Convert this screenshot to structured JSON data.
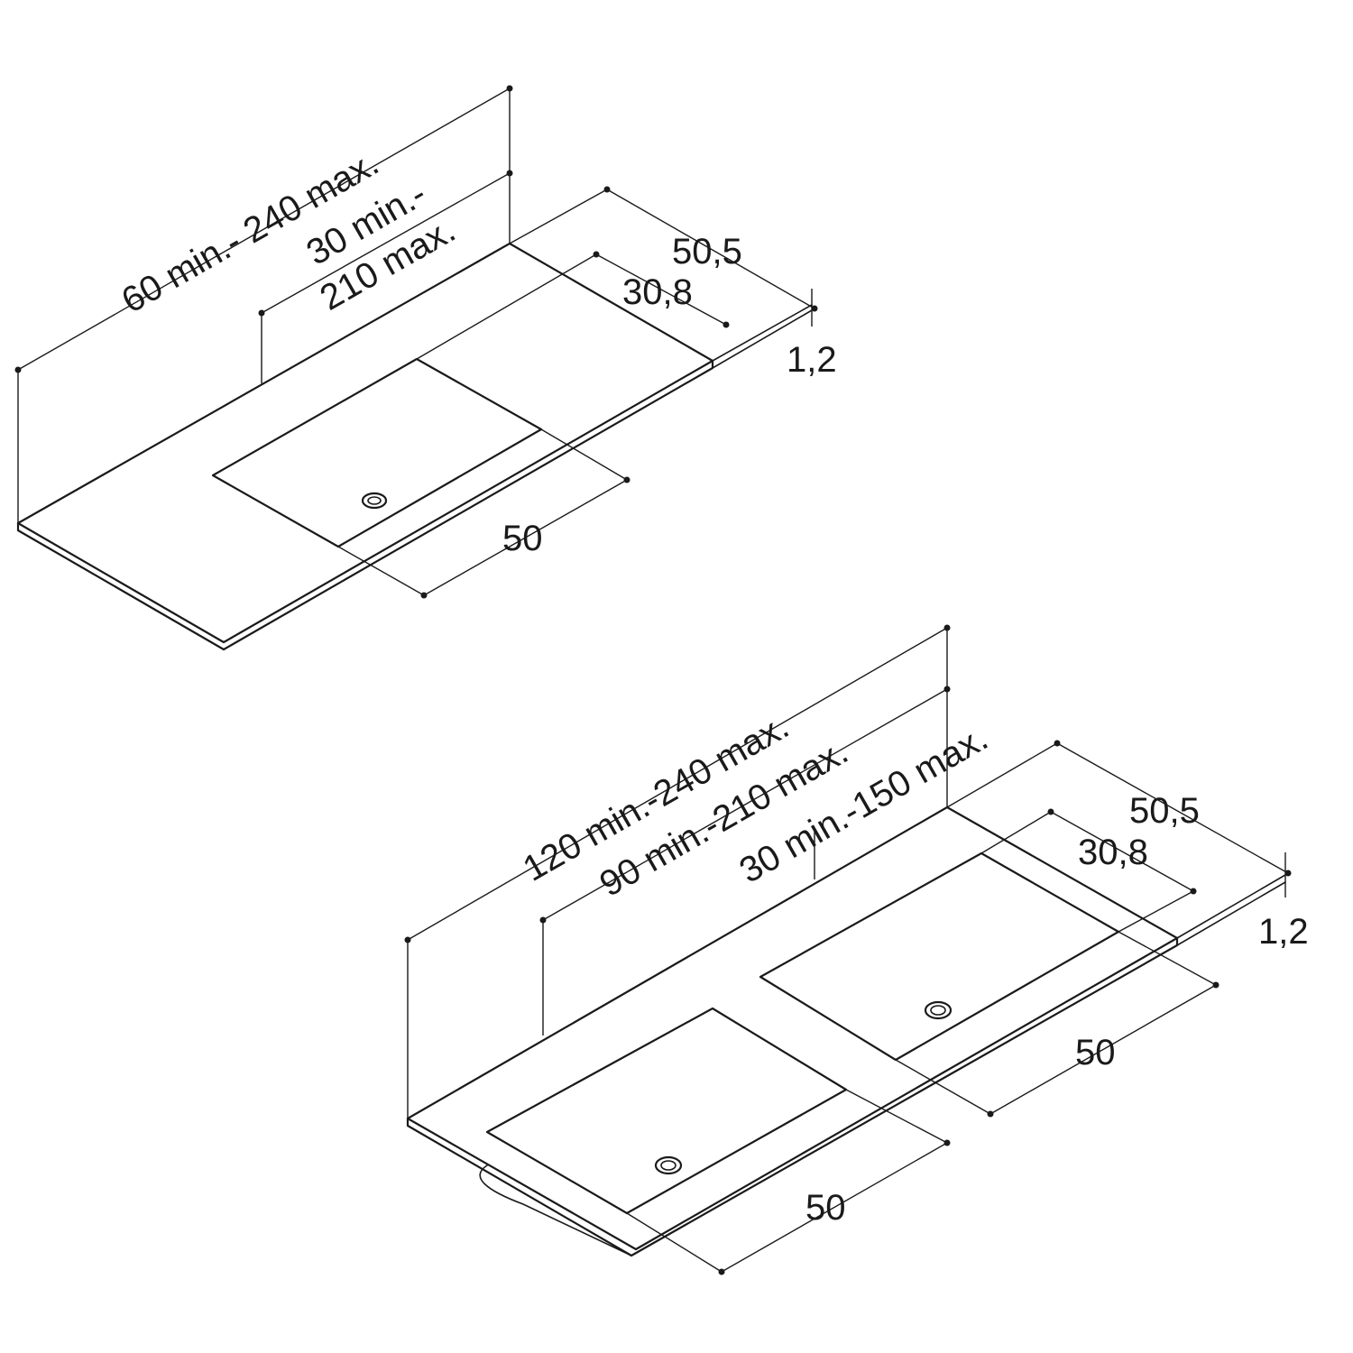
{
  "single_basin": {
    "width_range": "60 min.- 240 max.",
    "right_width_line1": "30 min.-",
    "right_width_line2": "210 max.",
    "depth_total": "50,5",
    "depth_basin": "30,8",
    "thickness": "1,2",
    "basin_width": "50"
  },
  "double_basin": {
    "width_range": "120 min.-240 max.",
    "left_width_range": "90 min.-210 max.",
    "right_width_range": "30 min.-150 max.",
    "depth_total": "50,5",
    "depth_basin": "30,8",
    "thickness": "1,2",
    "basin_width_right": "50",
    "basin_width_left": "50"
  }
}
